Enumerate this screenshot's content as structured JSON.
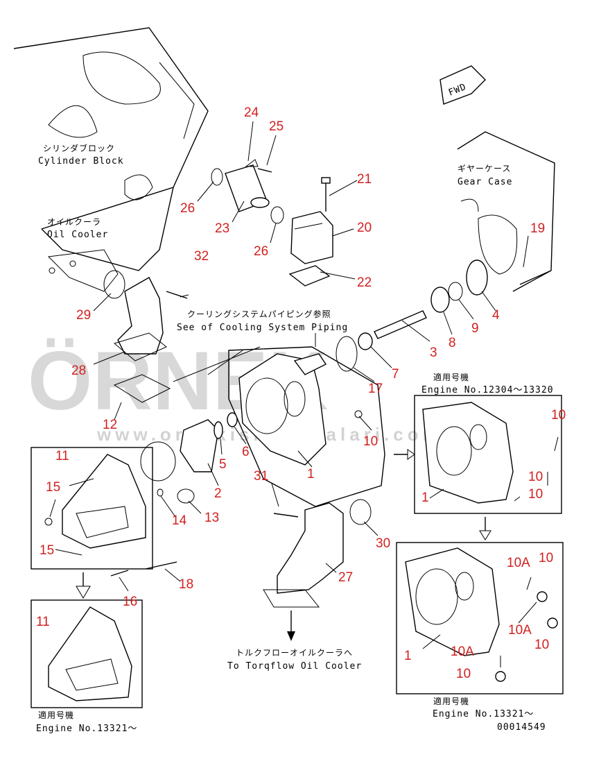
{
  "watermark": {
    "brand": "ÖRNEK",
    "url": "www.ornekismakinalari.com.tr"
  },
  "labels": {
    "cylinder_block_jp": "シリンダブロック",
    "cylinder_block_en": "Cylinder Block",
    "oil_cooler_jp": "オイルクーラ",
    "oil_cooler_en": "Oil Cooler",
    "gear_case_jp": "ギヤーケース",
    "gear_case_en": "Gear Case",
    "fwd": "FWD",
    "cooling_piping_jp": "クーリングシステムパイピング参照",
    "cooling_piping_en": "See of Cooling System Piping",
    "torqflow_jp": "トルクフローオイルクーラへ",
    "torqflow_en": "To Torqflow Oil Cooler",
    "applicable_jp": "適用号機",
    "engine_range": "Engine No.12304～13320",
    "engine_13321_a": "Engine No.13321～",
    "applicable_jp_b": "適用号機",
    "engine_13321_b": "Engine No.13321～",
    "applicable_jp_c": "適用号機",
    "drawing_no": "00014549"
  },
  "callouts": {
    "c1": "1",
    "c1b": "1",
    "c1c": "1",
    "c2": "2",
    "c3": "3",
    "c4": "4",
    "c5": "5",
    "c6": "6",
    "c7": "7",
    "c8": "8",
    "c9": "9",
    "c10a": "10",
    "c10b": "10",
    "c10c": "10",
    "c10d": "10",
    "c10e": "10",
    "c10f": "10",
    "c10g": "10",
    "c10A1": "10A",
    "c10A2": "10A",
    "c10A3": "10A",
    "c11": "11",
    "c11b": "11",
    "c12": "12",
    "c13": "13",
    "c14": "14",
    "c15a": "15",
    "c15b": "15",
    "c16": "16",
    "c17": "17",
    "c18": "18",
    "c19": "19",
    "c20": "20",
    "c21": "21",
    "c22": "22",
    "c23": "23",
    "c24": "24",
    "c25": "25",
    "c26a": "26",
    "c26b": "26",
    "c27": "27",
    "c28": "28",
    "c29": "29",
    "c30": "30",
    "c31": "31",
    "c32": "32"
  }
}
